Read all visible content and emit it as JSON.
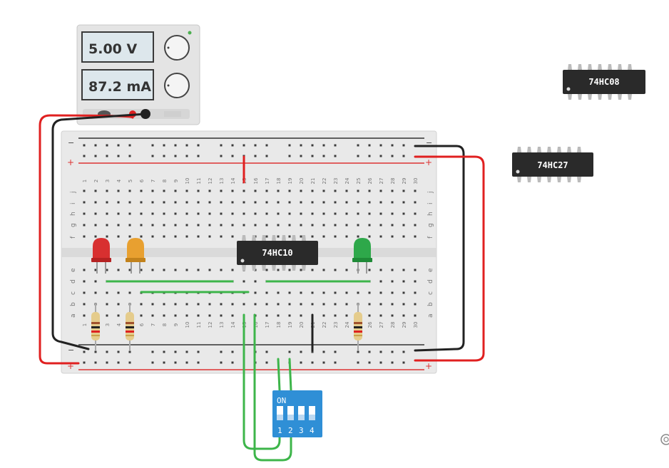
{
  "power_supply": {
    "voltage": "5.00 V",
    "current": "87.2 mA"
  },
  "breadboard": {
    "row_letters_top": [
      "j",
      "i",
      "h",
      "g",
      "f"
    ],
    "row_letters_bottom": [
      "e",
      "d",
      "c",
      "b",
      "a"
    ],
    "column_numbers": [
      "1",
      "2",
      "3",
      "4",
      "5",
      "6",
      "7",
      "8",
      "9",
      "10",
      "11",
      "12",
      "13",
      "14",
      "15",
      "16",
      "17",
      "18",
      "19",
      "20",
      "21",
      "22",
      "23",
      "24",
      "25",
      "26",
      "27",
      "28",
      "29",
      "30"
    ],
    "rail_minus": "−",
    "rail_plus": "+"
  },
  "chips": {
    "on_board": "74HC10",
    "loose_a": "74HC08",
    "loose_b": "74HC27"
  },
  "dip_switch": {
    "on_label": "ON",
    "numbers": [
      "1",
      "2",
      "3",
      "4"
    ]
  },
  "colors": {
    "wire_red": "#e02020",
    "wire_black": "#222222",
    "wire_green": "#3db54a",
    "led_red": "#d83030",
    "led_orange": "#e8a030",
    "led_green": "#2ea84a",
    "dip_blue": "#2f8fd6"
  }
}
